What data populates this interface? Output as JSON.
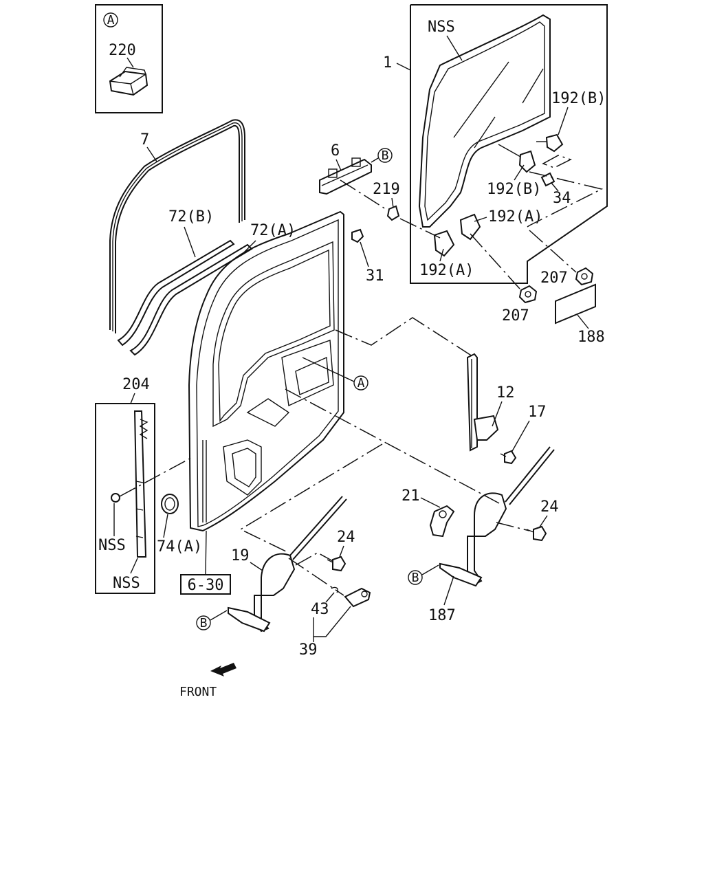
{
  "diagram": {
    "front_label": "FRONT",
    "ref_box": "6-30",
    "callouts": {
      "detail_a": "A",
      "detail_b": "B"
    },
    "labels": {
      "p220": "220",
      "pNSS_glass": "NSS",
      "p1": "1",
      "p192B_1": "192(B)",
      "p192B_2": "192(B)",
      "p34": "34",
      "p192A_1": "192(A)",
      "p192A_2": "192(A)",
      "p207_1": "207",
      "p207_2": "207",
      "p188": "188",
      "p7": "7",
      "p6": "6",
      "p219": "219",
      "p72B": "72(B)",
      "p72A": "72(A)",
      "p31": "31",
      "p204": "204",
      "p12": "12",
      "p17": "17",
      "pNSS_1": "NSS",
      "pNSS_2": "NSS",
      "p74A": "74(A)",
      "p21": "21",
      "p24_1": "24",
      "p24_2": "24",
      "p19": "19",
      "p43": "43",
      "p39": "39",
      "p187": "187"
    }
  }
}
